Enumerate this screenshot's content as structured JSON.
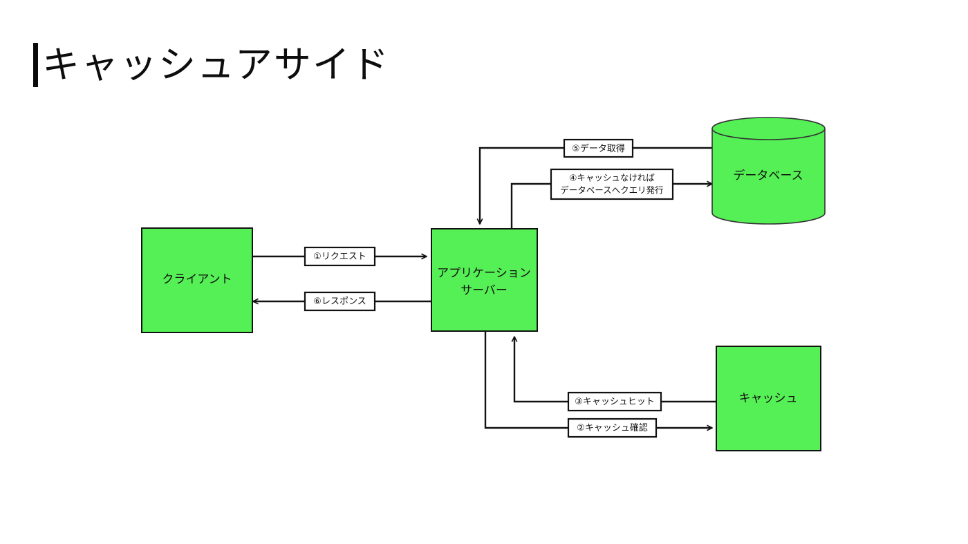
{
  "slide": {
    "title": "キャッシュアサイド",
    "background_color": "#ffffff"
  },
  "colors": {
    "node_fill": "#55f055",
    "node_stroke": "#111111",
    "line": "#111111",
    "label_box_fill": "#ffffff",
    "title": "#0d0d0d"
  },
  "nodes": {
    "client": {
      "label": "クライアント",
      "shape": "rectangle"
    },
    "app_server": {
      "label_line1": "アプリケーション",
      "label_line2": "サーバー",
      "shape": "rectangle"
    },
    "database": {
      "label": "データベース",
      "shape": "cylinder"
    },
    "cache": {
      "label": "キャッシュ",
      "shape": "rectangle"
    }
  },
  "edges": [
    {
      "id": "1",
      "label": "①リクエスト",
      "from": "client",
      "to": "app_server"
    },
    {
      "id": "2",
      "label": "②キャッシュ確認",
      "from": "app_server",
      "to": "cache"
    },
    {
      "id": "3",
      "label": "③キャッシュヒット",
      "from": "cache",
      "to": "app_server"
    },
    {
      "id": "4",
      "label_line1": "④キャッシュなければ",
      "label_line2": "データベースへクエリ発行",
      "from": "app_server",
      "to": "database"
    },
    {
      "id": "5",
      "label": "⑤データ取得",
      "from": "database",
      "to": "app_server"
    },
    {
      "id": "6",
      "label": "⑥レスポンス",
      "from": "app_server",
      "to": "client"
    }
  ]
}
